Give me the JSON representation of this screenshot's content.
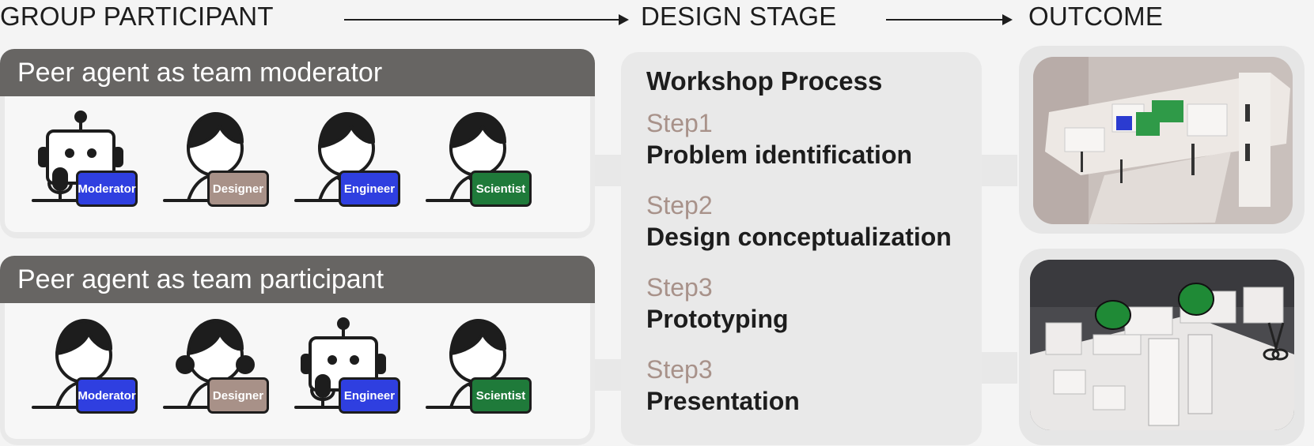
{
  "headers": {
    "participant": "GROUP PARTICIPANT",
    "stage": "DESIGN STAGE",
    "outcome": "OUTCOME"
  },
  "groups": [
    {
      "title": "Peer agent as team moderator",
      "members": [
        {
          "kind": "robot",
          "role": "Moderator",
          "color": "#2f3fe0",
          "icon": "robot-microphone-icon"
        },
        {
          "kind": "person",
          "role": "Designer",
          "color": "#a89188",
          "icon": "person-icon"
        },
        {
          "kind": "person-tie",
          "role": "Engineer",
          "color": "#2f3fe0",
          "icon": "person-tie-icon"
        },
        {
          "kind": "person-tie",
          "role": "Scientist",
          "color": "#1f7a3a",
          "icon": "person-tie-icon"
        }
      ]
    },
    {
      "title": "Peer agent as team participant",
      "members": [
        {
          "kind": "person",
          "role": "Moderator",
          "color": "#2f3fe0",
          "icon": "person-icon"
        },
        {
          "kind": "person-curly",
          "role": "Designer",
          "color": "#a89188",
          "icon": "person-curly-hair-icon"
        },
        {
          "kind": "robot",
          "role": "Engineer",
          "color": "#2f3fe0",
          "icon": "robot-microphone-icon"
        },
        {
          "kind": "person-tie",
          "role": "Scientist",
          "color": "#1f7a3a",
          "icon": "person-tie-icon"
        }
      ]
    }
  ],
  "workshop": {
    "title": "Workshop Process",
    "steps": [
      {
        "num": "Step1",
        "name": "Problem identification"
      },
      {
        "num": "Step2",
        "name": "Design conceptualization"
      },
      {
        "num": "Step3",
        "name": "Prototyping"
      },
      {
        "num": "Step3",
        "name": "Presentation"
      }
    ]
  },
  "outcomes": [
    {
      "icon": "architecture-model-photo-icon"
    },
    {
      "icon": "prototype-model-photo-icon"
    }
  ],
  "colors": {
    "panel_header": "#676563",
    "step_number": "#a8928a",
    "blue_badge": "#2f3fe0",
    "brown_badge": "#a89188",
    "green_badge": "#1f7a3a"
  }
}
